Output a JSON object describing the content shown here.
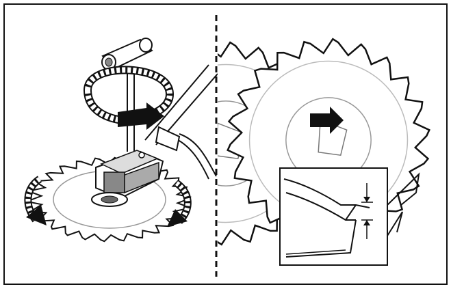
{
  "figure": {
    "panels": [
      {
        "id": "left",
        "content": "blade-mounting-illustration"
      },
      {
        "id": "right",
        "content": "tooth-set-inspection-illustration"
      }
    ],
    "icons": {
      "wrench": "socket-wrench-icon",
      "rotation_wrench": "rotation-arrow-icon",
      "rotation_blade": "blade-rotation-arrow-icon",
      "comparison": "arrow-right-icon",
      "measure": "measurement-arrows-icon"
    },
    "colors": {
      "ink": "#111111",
      "background": "#ffffff",
      "shade": "#777777",
      "light_shade": "#bbbbbb"
    }
  }
}
